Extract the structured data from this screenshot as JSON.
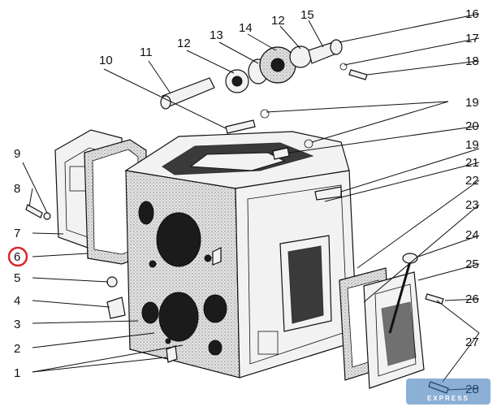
{
  "callouts": [
    {
      "key": "1",
      "text": "1"
    },
    {
      "key": "2",
      "text": "2"
    },
    {
      "key": "3",
      "text": "3"
    },
    {
      "key": "4",
      "text": "4"
    },
    {
      "key": "5",
      "text": "5"
    },
    {
      "key": "6",
      "text": "6",
      "highlighted": true
    },
    {
      "key": "7",
      "text": "7"
    },
    {
      "key": "8",
      "text": "8"
    },
    {
      "key": "9",
      "text": "9"
    },
    {
      "key": "10",
      "text": "10"
    },
    {
      "key": "11",
      "text": "11"
    },
    {
      "key": "12a",
      "text": "12"
    },
    {
      "key": "12b",
      "text": "12"
    },
    {
      "key": "13",
      "text": "13"
    },
    {
      "key": "14",
      "text": "14"
    },
    {
      "key": "15",
      "text": "15"
    },
    {
      "key": "16",
      "text": "16"
    },
    {
      "key": "17",
      "text": "17"
    },
    {
      "key": "18",
      "text": "18"
    },
    {
      "key": "19a",
      "text": "19"
    },
    {
      "key": "19b",
      "text": "19"
    },
    {
      "key": "20",
      "text": "20"
    },
    {
      "key": "21",
      "text": "21"
    },
    {
      "key": "22",
      "text": "22"
    },
    {
      "key": "23",
      "text": "23"
    },
    {
      "key": "24",
      "text": "24"
    },
    {
      "key": "25",
      "text": "25"
    },
    {
      "key": "26",
      "text": "26"
    },
    {
      "key": "27",
      "text": "27"
    },
    {
      "key": "28",
      "text": "28"
    }
  ],
  "watermark": {
    "text": "EXPRESS"
  },
  "colors": {
    "highlight_ring": "#d9262b",
    "line": "#111111",
    "watermark": "#2f6fb3"
  }
}
